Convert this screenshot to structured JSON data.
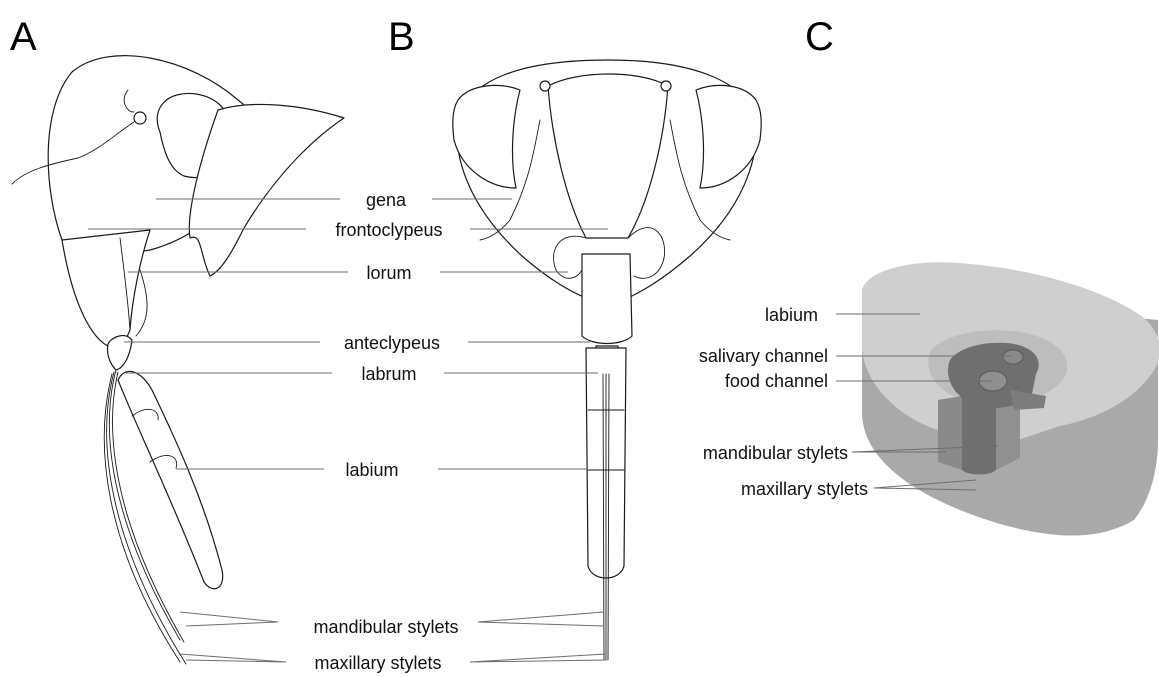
{
  "panels": {
    "a": "A",
    "b": "B",
    "c": "C"
  },
  "labels_ab": {
    "gena": "gena",
    "frontoclypeus": "frontoclypeus",
    "lorum": "lorum",
    "anteclypeus": "anteclypeus",
    "labrum": "labrum",
    "labium": "labium",
    "mandibular_stylets": "mandibular stylets",
    "maxillary_stylets": "maxillary stylets"
  },
  "labels_c": {
    "labium": "labium",
    "salivary_channel": "salivary channel",
    "food_channel": "food channel",
    "mandibular_stylets": "mandibular stylets",
    "maxillary_stylets": "maxillary stylets"
  },
  "colors": {
    "line": "#1a1a1a",
    "leader": "#6e6e6e",
    "labium_top": "#cfcfcf",
    "labium_side": "#a9a9a9",
    "stylet_dark": "#6f6f6f",
    "stylet_mid": "#8a8a8a"
  }
}
